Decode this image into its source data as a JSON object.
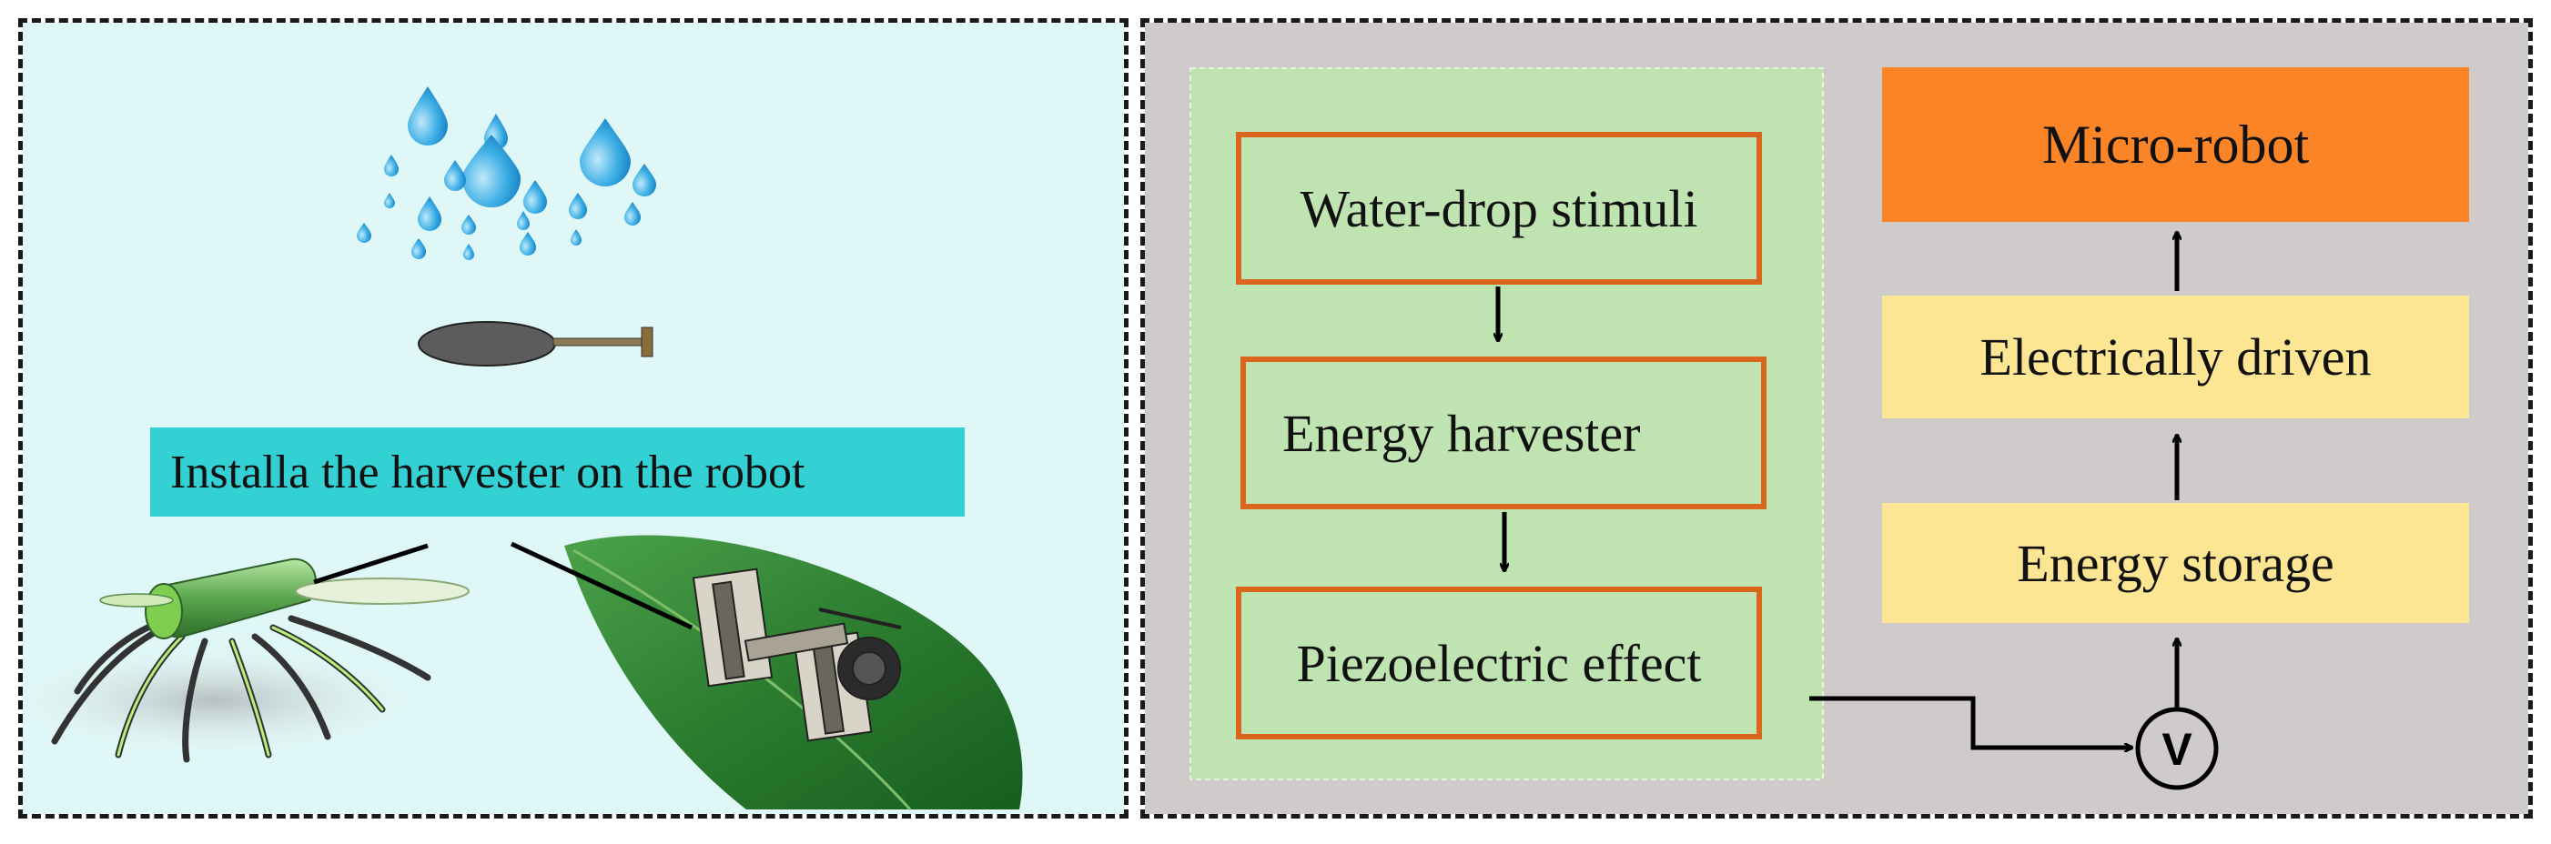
{
  "left_panel": {
    "banner_text": "Installa  the harvester on the robot"
  },
  "flow": {
    "stimuli": "Water-drop stimuli",
    "harvester": "Energy harvester",
    "piezo": "Piezoelectric effect",
    "voltmeter": "V",
    "storage": "Energy storage",
    "driven": "Electrically driven",
    "robot": "Micro-robot"
  },
  "colors": {
    "left_background": "#dff7f6",
    "right_background": "#cfcbcb",
    "green_region": "#bfe3b1",
    "box_border": "#d9661c",
    "yellow_box": "#fde693",
    "robot_box": "#fb8526",
    "banner": "#33d0d4",
    "droplet": "#37a7e0",
    "leaf": "#2e7d32"
  },
  "icons": [
    "water-drop-icon",
    "harvester-paddle-icon",
    "robot-illustration",
    "leaf-robot-photo",
    "voltmeter-icon"
  ]
}
